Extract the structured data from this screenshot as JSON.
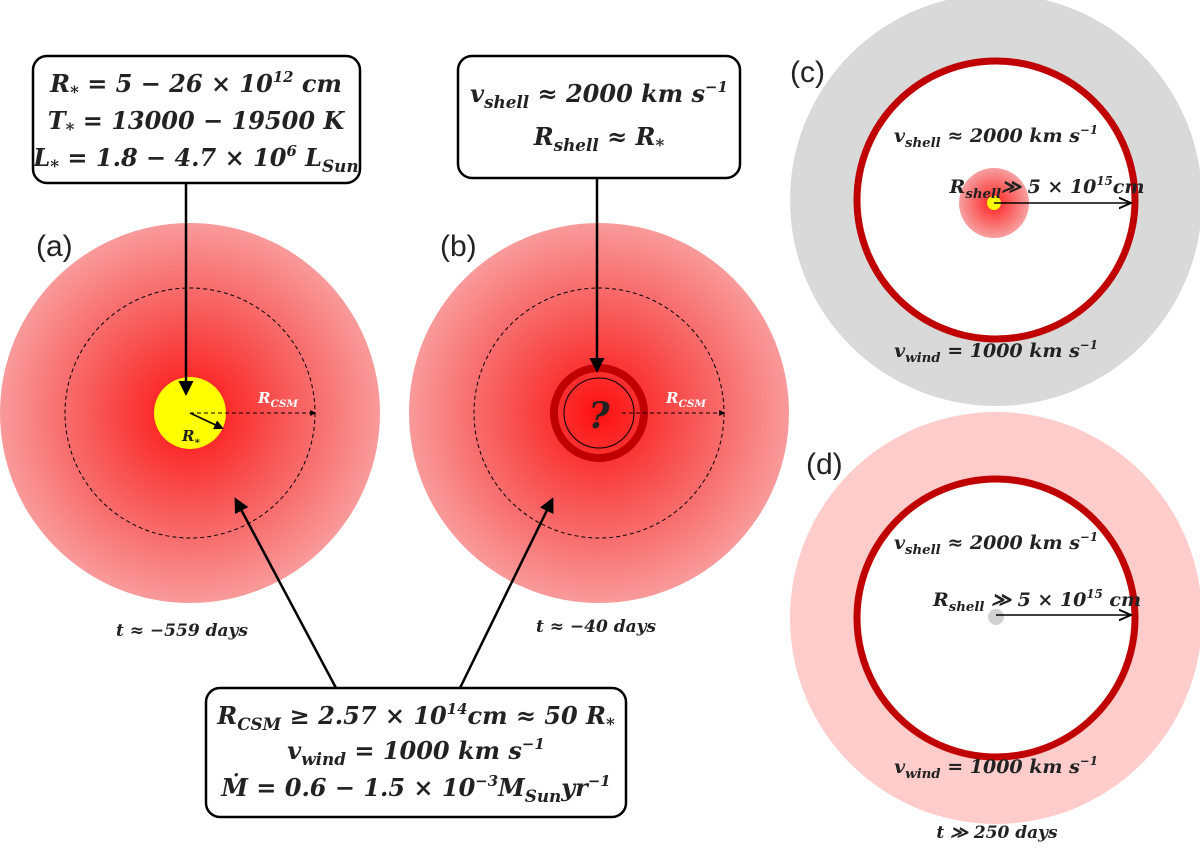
{
  "panels": {
    "a": {
      "label": "(a)",
      "radius_label": "R",
      "radius_sub": "*",
      "csm_label": "R",
      "csm_sub": "CSM",
      "time": "t ≈ −559 days"
    },
    "b": {
      "label": "(b)",
      "question": "?",
      "csm_label": "R",
      "csm_sub": "CSM",
      "time": "t ≈ −40 days"
    },
    "c": {
      "label": "(c)",
      "vshell_sym": "v",
      "vshell_sub": "shell",
      "vshell_val": " ≈ 2000 km s",
      "vshell_exp": "−1",
      "rshell_sym": "R",
      "rshell_sub": "shell",
      "rshell_val": "≫ 5 × 10",
      "rshell_exp": "15",
      "rshell_unit": "cm",
      "vwind_sym": "v",
      "vwind_sub": "wind",
      "vwind_val": " = 1000 km s",
      "vwind_exp": "−1"
    },
    "d": {
      "label": "(d)",
      "vshell_sym": "v",
      "vshell_sub": "shell",
      "vshell_val": " ≈ 2000 km s",
      "vshell_exp": "−1",
      "rshell_sym": "R",
      "rshell_sub": "shell",
      "rshell_val": " ≫ 5 × 10",
      "rshell_exp": "15",
      "rshell_unit": " cm",
      "vwind_sym": "v",
      "vwind_sub": "wind",
      "vwind_val": " = 1000 km s",
      "vwind_exp": "−1",
      "time": "t ≫ 250 days"
    }
  },
  "boxes": {
    "star": {
      "line1_sym": "R",
      "line1_sub": "*",
      "line1_val": " = 5 − 26  × 10",
      "line1_exp": "12",
      "line1_unit": " cm",
      "line2_sym": "T",
      "line2_sub": "*",
      "line2_val": " = 13000 − 19500 K",
      "line3_sym": "L",
      "line3_sub": "*",
      "line3_val": " = 1.8 − 4.7 × 10",
      "line3_exp": "6",
      "line3_unit": " L",
      "line3_unit_sub": "Sun"
    },
    "shell": {
      "line1_sym": "v",
      "line1_sub": "shell",
      "line1_val": " ≈ 2000 km s",
      "line1_exp": "−1",
      "line2_sym": "R",
      "line2_sub": "shell",
      "line2_val": " ≈ R",
      "line2_val_sub": "*"
    },
    "csm": {
      "line1_sym": "R",
      "line1_sub": "CSM",
      "line1_val": " ≥ 2.57  × 10",
      "line1_exp": "14",
      "line1_unit": "cm ≈ 50 R",
      "line1_unit_sub": "*",
      "line2_sym": "v",
      "line2_sub": "wind",
      "line2_val": " = 1000 km s",
      "line2_exp": "−1",
      "line3_sym": "Ṁ",
      "line3_val": " = 0.6 − 1.5 × 10",
      "line3_exp": "−3",
      "line3_unit": "M",
      "line3_unit_sub": "Sun",
      "line3_tail": "yr",
      "line3_tail_exp": "−1"
    }
  },
  "colors": {
    "csm_core": "#ff1a1a",
    "csm_edge": "#fa9a9a",
    "star": "#ffff00",
    "shell": "#c00000",
    "wind_grey": "#d9d9d9",
    "wind_pink": "#ffcccc"
  }
}
